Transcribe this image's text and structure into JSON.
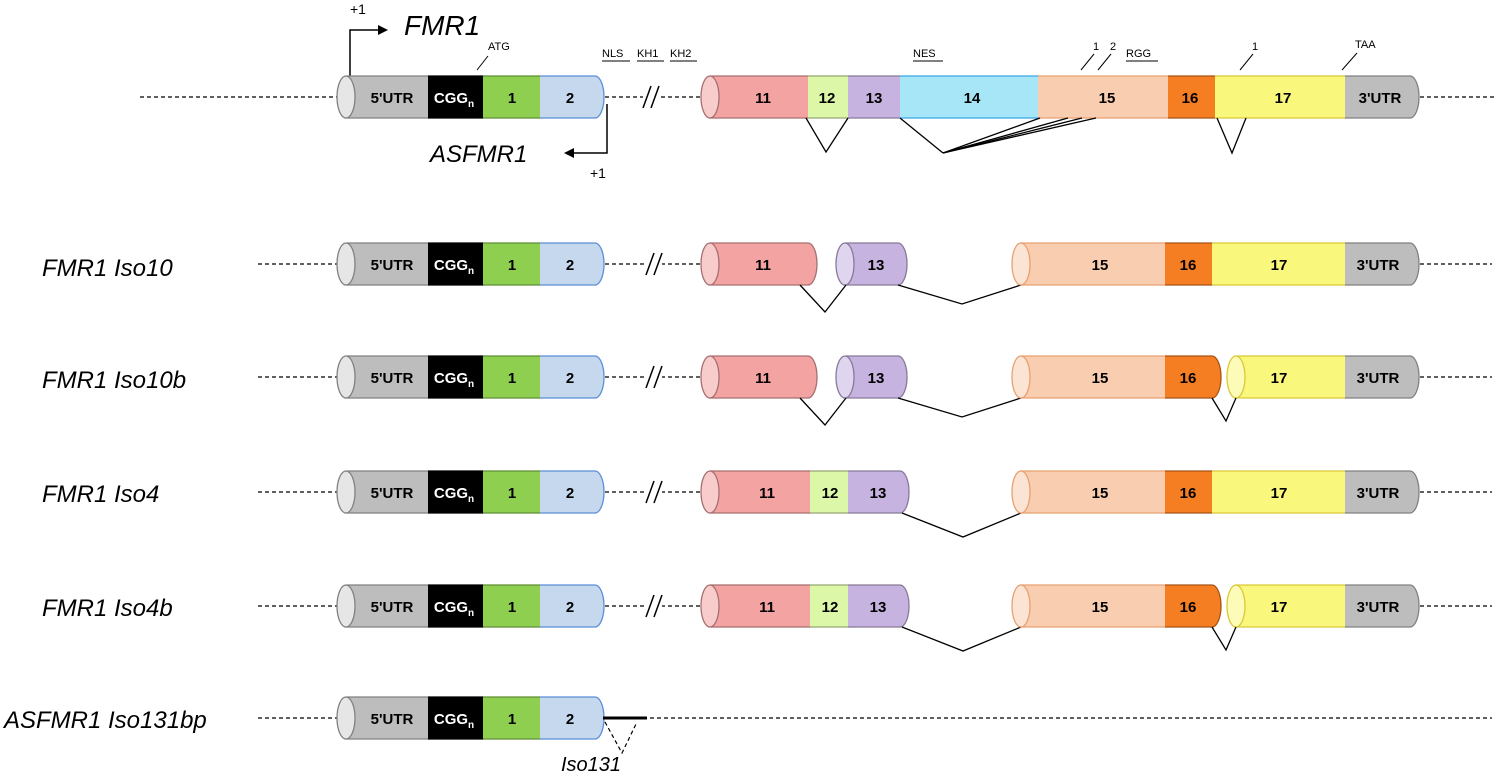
{
  "header": {
    "gene_name": "FMR1",
    "antisense_name": "ASFMR1",
    "tss_label_top": "+1",
    "tss_label_bottom": "+1",
    "atg": "ATG",
    "taa": "TAA",
    "domains": [
      "NLS",
      "KH1",
      "KH2",
      "NES",
      "RGG"
    ],
    "site_marks": [
      "1",
      "2",
      "1"
    ]
  },
  "exon_labels": {
    "utr5": "5'UTR",
    "cgg": "CGG",
    "cgg_sub": "n",
    "e1": "1",
    "e2": "2",
    "e11": "11",
    "e12": "12",
    "e13": "13",
    "e14": "14",
    "e15": "15",
    "e16": "16",
    "e17": "17",
    "utr3": "3'UTR"
  },
  "colors": {
    "utr": "#bdbdbd",
    "cgg": "#000000",
    "e1": "#8fcf4f",
    "e2": "#c5d8ee",
    "e11": "#f4a3a3",
    "e12": "#dcf7a8",
    "e13": "#c6b3e0",
    "e14": "#a6e6f7",
    "e15": "#f9ceb0",
    "e16": "#f57d22",
    "e17": "#f9f77c"
  },
  "isoforms": [
    {
      "label": "FMR1 Iso10"
    },
    {
      "label": "FMR1 Iso10b"
    },
    {
      "label": "FMR1 Iso4"
    },
    {
      "label": "FMR1 Iso4b"
    },
    {
      "label": "ASFMR1 Iso131bp"
    }
  ],
  "iso131_note": "Iso131"
}
